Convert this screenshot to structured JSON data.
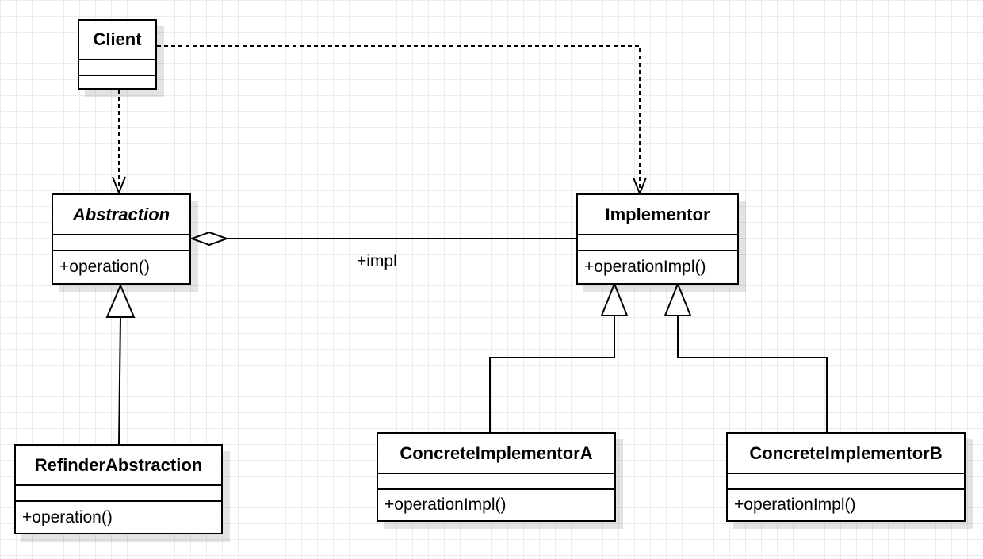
{
  "classes": {
    "client": {
      "name": "Client"
    },
    "abstraction": {
      "name": "Abstraction",
      "operation": "+operation()"
    },
    "refined": {
      "name": "RefinderAbstraction",
      "operation": "+operation()"
    },
    "implementor": {
      "name": "Implementor",
      "operation": "+operationImpl()"
    },
    "concrete_a": {
      "name": "ConcreteImplementorA",
      "operation": "+operationImpl()"
    },
    "concrete_b": {
      "name": "ConcreteImplementorB",
      "operation": "+operationImpl()"
    }
  },
  "relations": {
    "aggregation_label": "+impl"
  },
  "colors": {
    "line": "#000000",
    "grid": "#ececec",
    "background": "#ffffff"
  }
}
